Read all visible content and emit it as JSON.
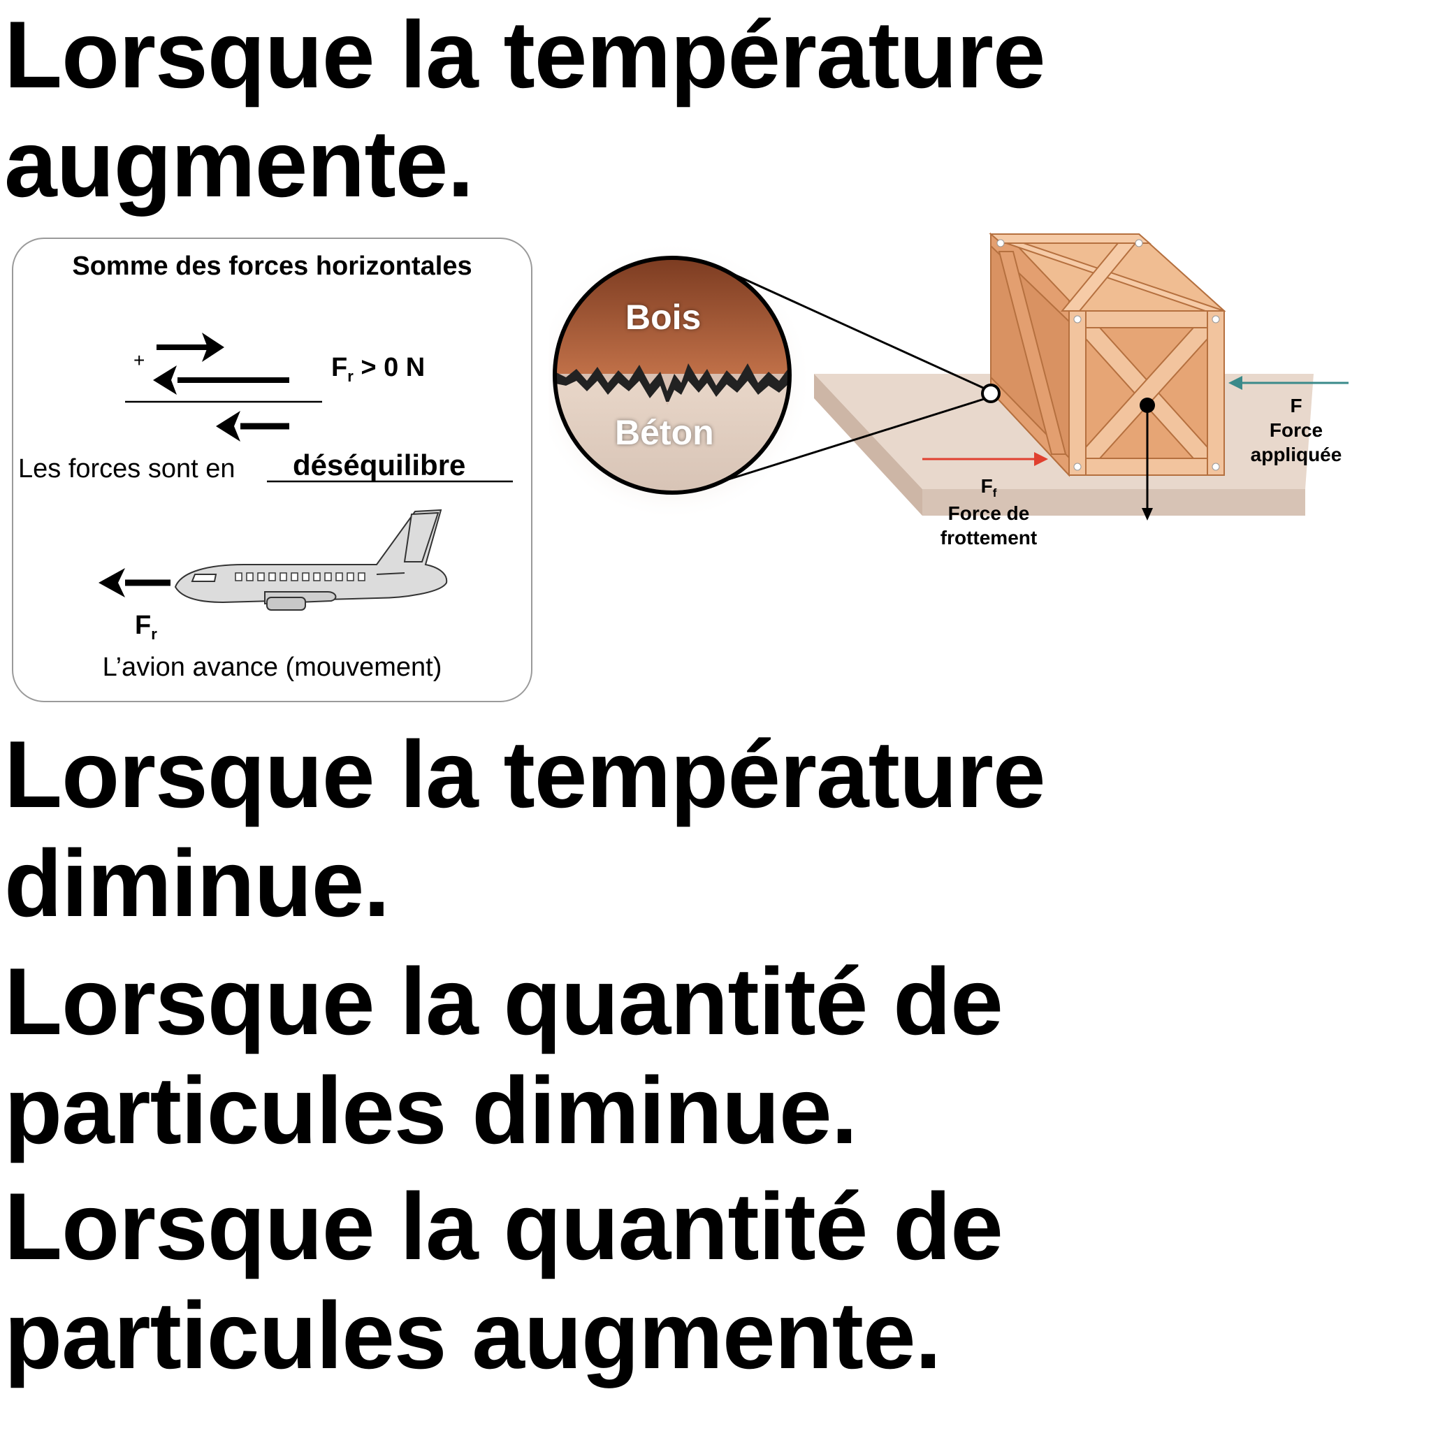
{
  "headings": [
    {
      "lines": [
        "Lorsque la température",
        "augmente."
      ]
    },
    {
      "lines": [
        "Lorsque la température",
        "diminue."
      ]
    },
    {
      "lines": [
        "Lorsque la quantité de",
        "particules diminue."
      ]
    },
    {
      "lines": [
        "Lorsque la quantité de",
        "particules augmente."
      ]
    }
  ],
  "force_panel": {
    "title": "Somme des forces horizontales",
    "plus_sign": "+",
    "fr_symbol": "F",
    "fr_subscript": "r",
    "fr_condition": " > 0 N",
    "sentence": "Les forces sont en",
    "blank_answer": "déséquilibre",
    "plane_fr_symbol": "F",
    "plane_fr_subscript": "r",
    "caption": "L’avion avance (mouvement)"
  },
  "crate_figure": {
    "wood_label": "Bois",
    "concrete_label": "Béton",
    "friction_symbol": "F",
    "friction_subscript": "f",
    "friction_name_line1": "Force de",
    "friction_name_line2": "frottement",
    "applied_symbol": "F",
    "applied_name_line1": "Force",
    "applied_name_line2": "appliquée",
    "colors": {
      "friction_arrow": "#e0402f",
      "applied_arrow": "#3a8a8a",
      "wood": "#e2a47a",
      "concrete": "#e8d8cc"
    }
  }
}
